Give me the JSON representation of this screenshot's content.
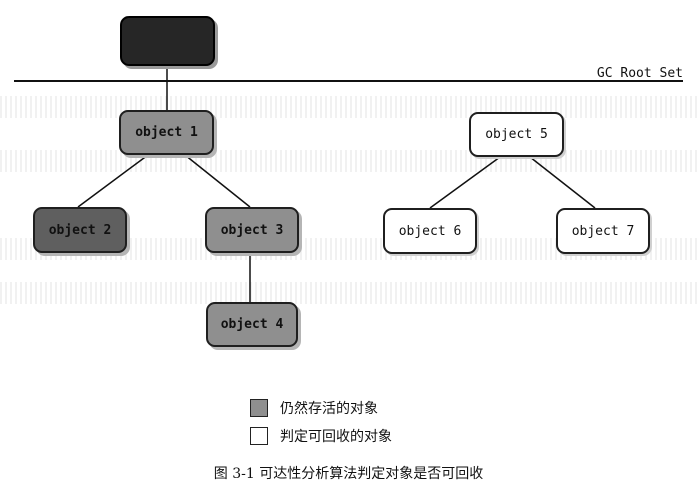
{
  "root_set_label": "GC Root Set",
  "nodes": {
    "object1": "object 1",
    "object2": "object 2",
    "object3": "object 3",
    "object4": "object 4",
    "object5": "object 5",
    "object6": "object 6",
    "object7": "object 7"
  },
  "legend": {
    "alive": "仍然存活的对象",
    "collectable": "判定可回收的对象"
  },
  "caption": "图 3-1 可达性分析算法判定对象是否可回收",
  "colors": {
    "alive_fill": "#8f8f8f",
    "collectable_fill": "#ffffff",
    "root_fill": "#262626",
    "line": "#111111"
  }
}
